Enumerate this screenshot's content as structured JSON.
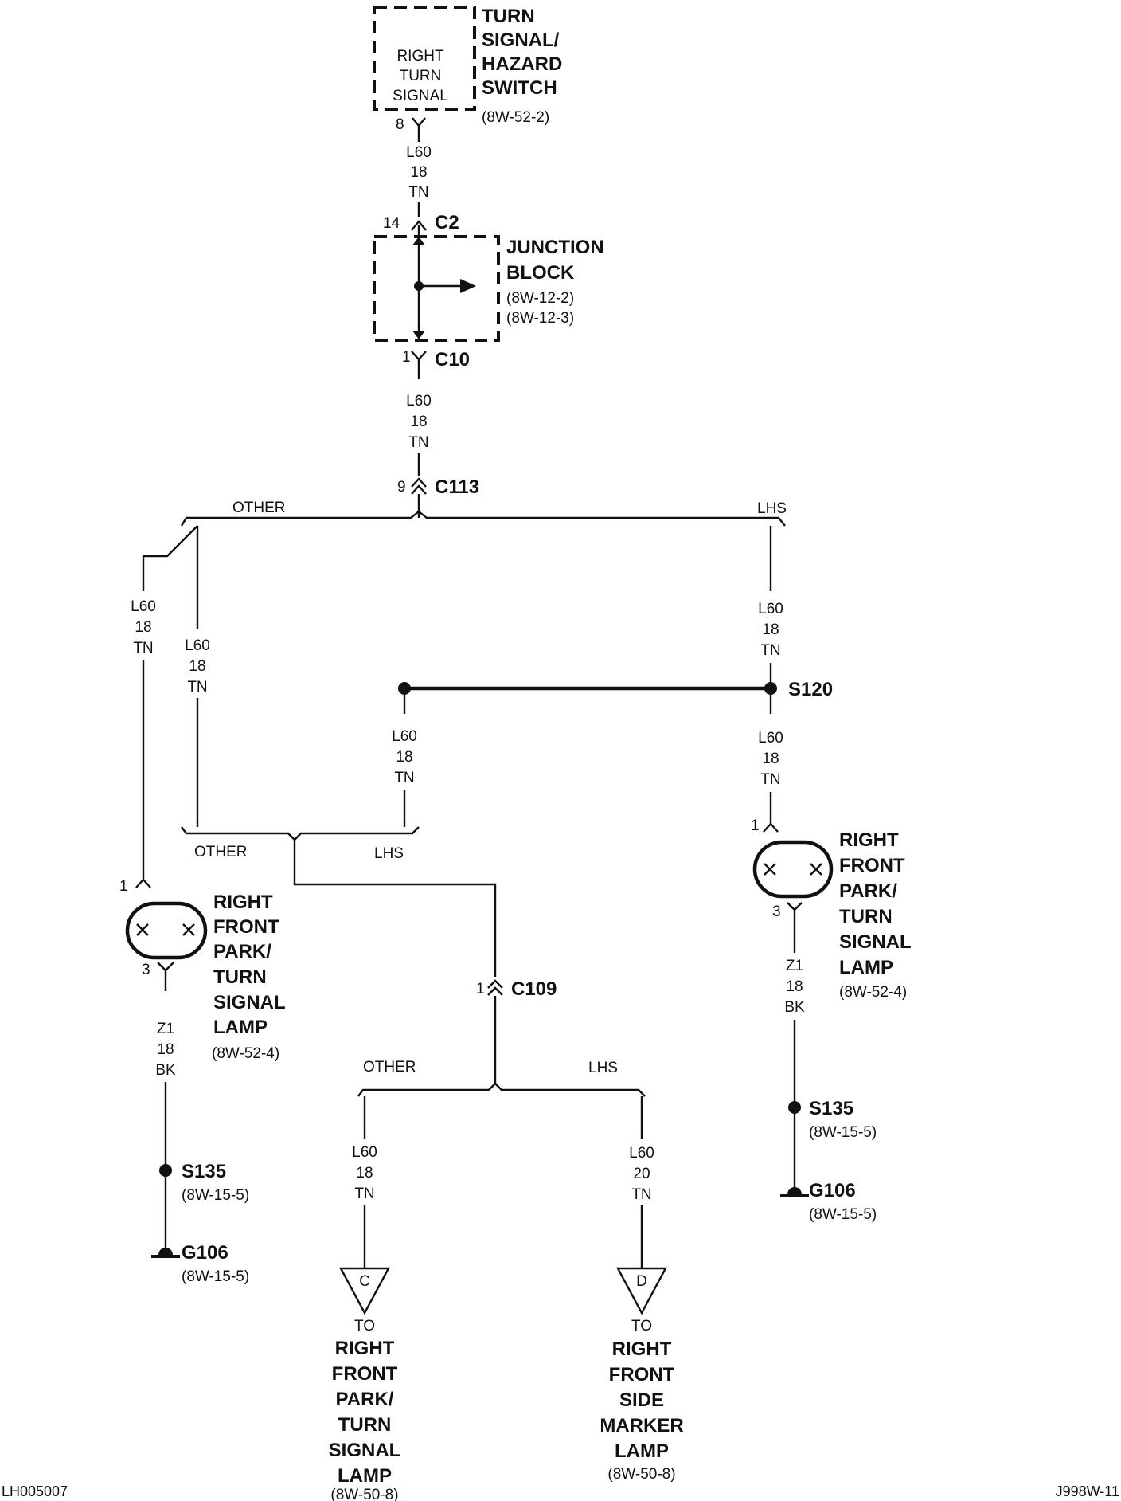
{
  "switch": {
    "inner": [
      "RIGHT",
      "TURN",
      "SIGNAL"
    ],
    "title": [
      "TURN",
      "SIGNAL/",
      "HAZARD",
      "SWITCH"
    ],
    "ref": "(8W-52-2)",
    "pin": "8"
  },
  "junction_block": {
    "title": [
      "JUNCTION",
      "BLOCK"
    ],
    "refs": [
      "(8W-12-2)",
      "(8W-12-3)"
    ],
    "c2_pin": "14",
    "c2": "C2",
    "c10_pin": "1",
    "c10": "C10"
  },
  "c113": {
    "pin": "9",
    "name": "C113"
  },
  "c109": {
    "pin": "1",
    "name": "C109"
  },
  "wires": {
    "w1": [
      "L60",
      "18",
      "TN"
    ],
    "w2": [
      "L60",
      "18",
      "TN"
    ],
    "w3": [
      "L60",
      "18",
      "TN"
    ],
    "w4": [
      "L60",
      "18",
      "TN"
    ],
    "w5": [
      "L60",
      "18",
      "TN"
    ],
    "w6": [
      "L60",
      "18",
      "TN"
    ],
    "w7": [
      "L60",
      "18",
      "TN"
    ],
    "w8": [
      "L60",
      "18",
      "TN"
    ],
    "w9": [
      "L60",
      "20",
      "TN"
    ],
    "gnd_left": [
      "Z1",
      "18",
      "BK"
    ],
    "gnd_right": [
      "Z1",
      "18",
      "BK"
    ]
  },
  "options": {
    "top_other": "OTHER",
    "top_lhs": "LHS",
    "mid_other": "OTHER",
    "mid_lhs": "LHS",
    "low_other": "OTHER",
    "low_lhs": "LHS"
  },
  "lamp_left": {
    "pin_in": "1",
    "pin_out": "3",
    "title": [
      "RIGHT",
      "FRONT",
      "PARK/",
      "TURN",
      "SIGNAL",
      "LAMP"
    ],
    "ref": "(8W-52-4)"
  },
  "lamp_right": {
    "pin_in": "1",
    "pin_out": "3",
    "title": [
      "RIGHT",
      "FRONT",
      "PARK/",
      "TURN",
      "SIGNAL",
      "LAMP"
    ],
    "ref": "(8W-52-4)"
  },
  "splices": {
    "s120": "S120",
    "s135_left": {
      "name": "S135",
      "ref": "(8W-15-5)"
    },
    "s135_right": {
      "name": "S135",
      "ref": "(8W-15-5)"
    }
  },
  "grounds": {
    "g106_left": {
      "name": "G106",
      "ref": "(8W-15-5)"
    },
    "g106_right": {
      "name": "G106",
      "ref": "(8W-15-5)"
    }
  },
  "refs_out": {
    "c": {
      "letter": "C",
      "to": "TO",
      "title": [
        "RIGHT",
        "FRONT",
        "PARK/",
        "TURN",
        "SIGNAL",
        "LAMP"
      ],
      "ref": "(8W-50-8)"
    },
    "d": {
      "letter": "D",
      "to": "TO",
      "title": [
        "RIGHT",
        "FRONT",
        "SIDE",
        "MARKER",
        "LAMP"
      ],
      "ref": "(8W-50-8)"
    }
  },
  "footer": {
    "left": "LH005007",
    "right": "J998W-11"
  }
}
